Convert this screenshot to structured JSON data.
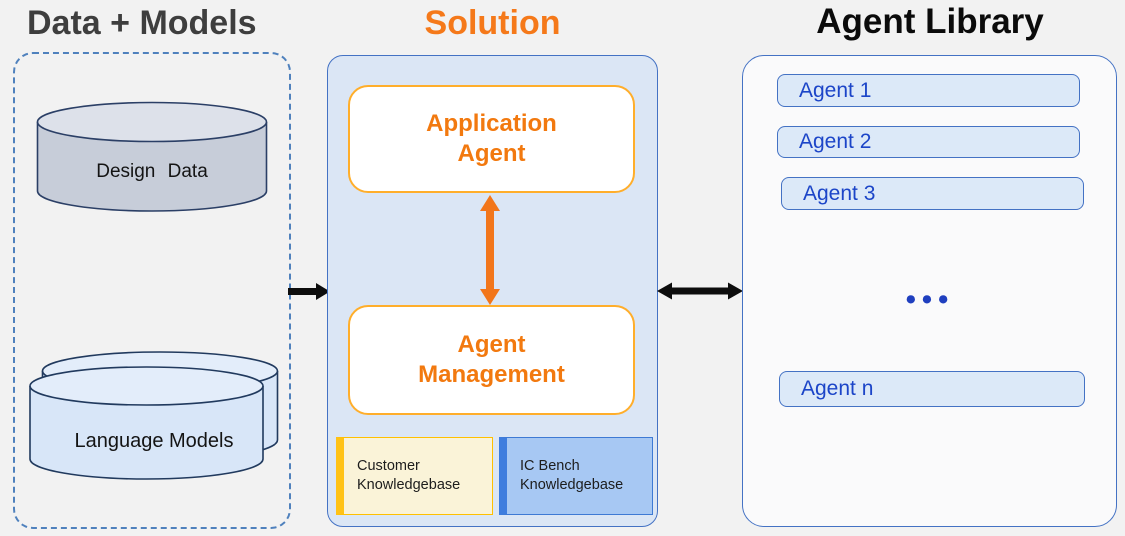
{
  "colors": {
    "background": "#f2f2f2",
    "orange_accent": "#f2790f",
    "gold_border": "#ffae2b",
    "blue_border": "#4472c4",
    "solution_fill": "#dbe6f5",
    "agent_button_fill": "#dce9f8",
    "agent_text_blue": "#1c45c8",
    "customer_kb_fill": "#faf3d8",
    "customer_kb_bar": "#ffc216",
    "icbench_kb_fill": "#a7c8f3",
    "icbench_kb_bar": "#3e7dde",
    "cylinder_gray_fill": "#c7cdd9",
    "cylinder_blue_fill": "#d8e6f8",
    "black_arrow": "#0d0d0d"
  },
  "data_models": {
    "title": "Data + Models",
    "design_data_label": "Design Data",
    "language_models_label": "Language Models"
  },
  "solution": {
    "title": "Solution",
    "application_agent_label": "Application Agent",
    "agent_management_label": "Agent Management",
    "customer_kb": {
      "line1": "Customer",
      "line2": "Knowledgebase"
    },
    "icbench_kb": {
      "line1": "IC Bench",
      "line2": "Knowledgebase"
    }
  },
  "agent_library": {
    "title": "Agent Library",
    "agents": [
      "Agent 1",
      "Agent 2",
      "Agent 3"
    ],
    "ellipsis": "•••",
    "agent_n": "Agent n"
  }
}
